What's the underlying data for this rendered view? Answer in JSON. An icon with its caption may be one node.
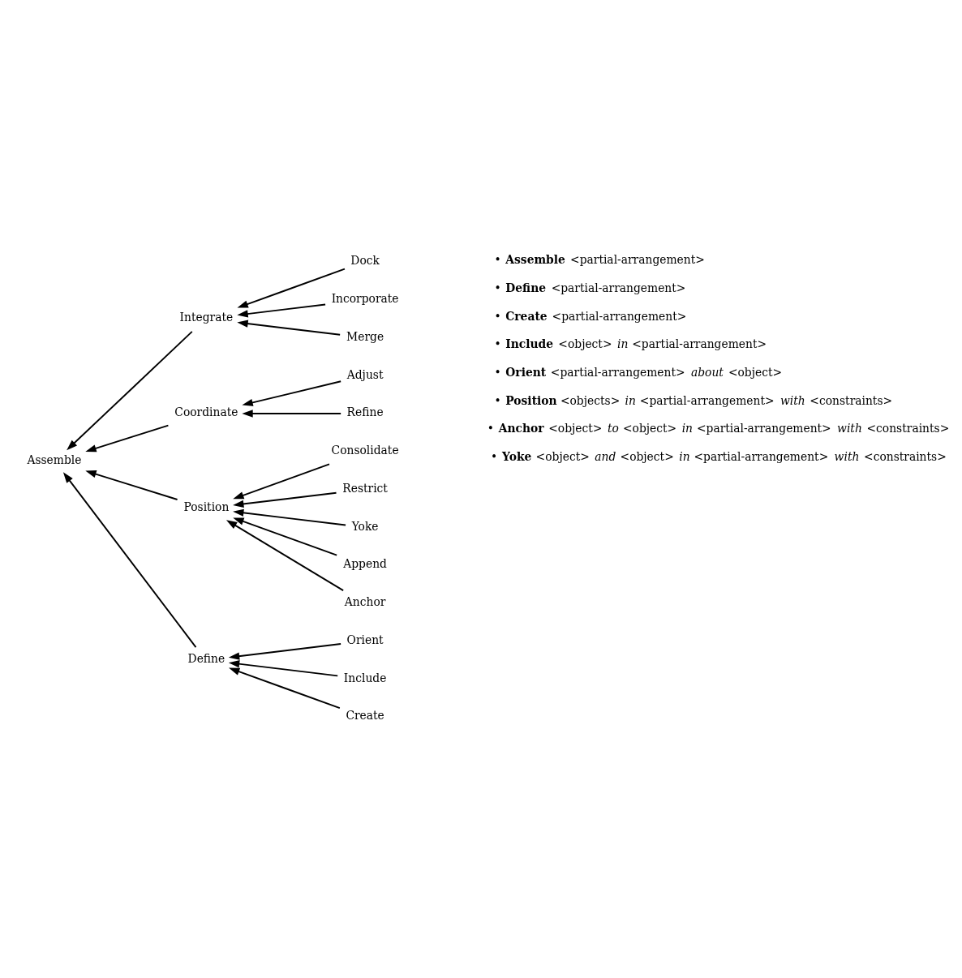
{
  "diagram": {
    "nodes": [
      {
        "text": [
          "Assemble"
        ]
      },
      {
        "text": [
          "Define"
        ]
      },
      {
        "text": [
          "Create"
        ]
      },
      {
        "text": [
          "Include"
        ]
      },
      {
        "text": [
          "Orient"
        ]
      },
      {
        "text": [
          "Position"
        ]
      },
      {
        "text": [
          "Anchor"
        ]
      },
      {
        "text": [
          "Append"
        ]
      },
      {
        "text": [
          "Yoke"
        ]
      },
      {
        "text": [
          "Restrict"
        ]
      },
      {
        "text": [
          "Consolidate"
        ]
      },
      {
        "text": [
          "Coordinate"
        ]
      },
      {
        "text": [
          "Refine"
        ]
      },
      {
        "text": [
          "Adjust"
        ]
      },
      {
        "text": [
          "Integrate"
        ]
      },
      {
        "text": [
          "Merge"
        ]
      },
      {
        "text": [
          "Incorporate"
        ]
      },
      {
        "text": [
          "Dock"
        ]
      }
    ],
    "edges": [
      {
        "from": 1,
        "to": 0,
        "arrow": "to"
      },
      {
        "from": 5,
        "to": 0,
        "arrow": "to"
      },
      {
        "from": 11,
        "to": 0,
        "arrow": "to"
      },
      {
        "from": 14,
        "to": 0,
        "arrow": "to"
      },
      {
        "from": 2,
        "to": 1,
        "arrow": "to"
      },
      {
        "from": 3,
        "to": 1,
        "arrow": "to"
      },
      {
        "from": 4,
        "to": 1,
        "arrow": "to"
      },
      {
        "from": 6,
        "to": 5,
        "arrow": "to"
      },
      {
        "from": 7,
        "to": 5,
        "arrow": "to"
      },
      {
        "from": 8,
        "to": 5,
        "arrow": "to"
      },
      {
        "from": 9,
        "to": 5,
        "arrow": "to"
      },
      {
        "from": 10,
        "to": 5,
        "arrow": "to"
      },
      {
        "from": 12,
        "to": 11,
        "arrow": "to"
      },
      {
        "from": 13,
        "to": 11,
        "arrow": "to"
      },
      {
        "from": 15,
        "to": 14,
        "arrow": "to"
      },
      {
        "from": 16,
        "to": 14,
        "arrow": "to"
      },
      {
        "from": 17,
        "to": 14,
        "arrow": "to"
      }
    ],
    "labels": [
      "• **Assemble** <partial-arrangement>",
      "• **Define** <partial-arrangement>",
      "• **Create** <partial-arrangement>",
      "• **Include** <object> *in* <partial-arrangement>",
      "• **Orient** <partial-arrangement> *about* <object>",
      "• **Position** <objects> *in* <partial-arrangement> *with* <constraints>",
      "• **Anchor** <object> *to* <object> *in* <partial-arrangement> *with* <constraints>",
      "• **Yoke** <object> *and* <object> *in* <partial-arrangement> *with* <constraints>"
    ]
  }
}
